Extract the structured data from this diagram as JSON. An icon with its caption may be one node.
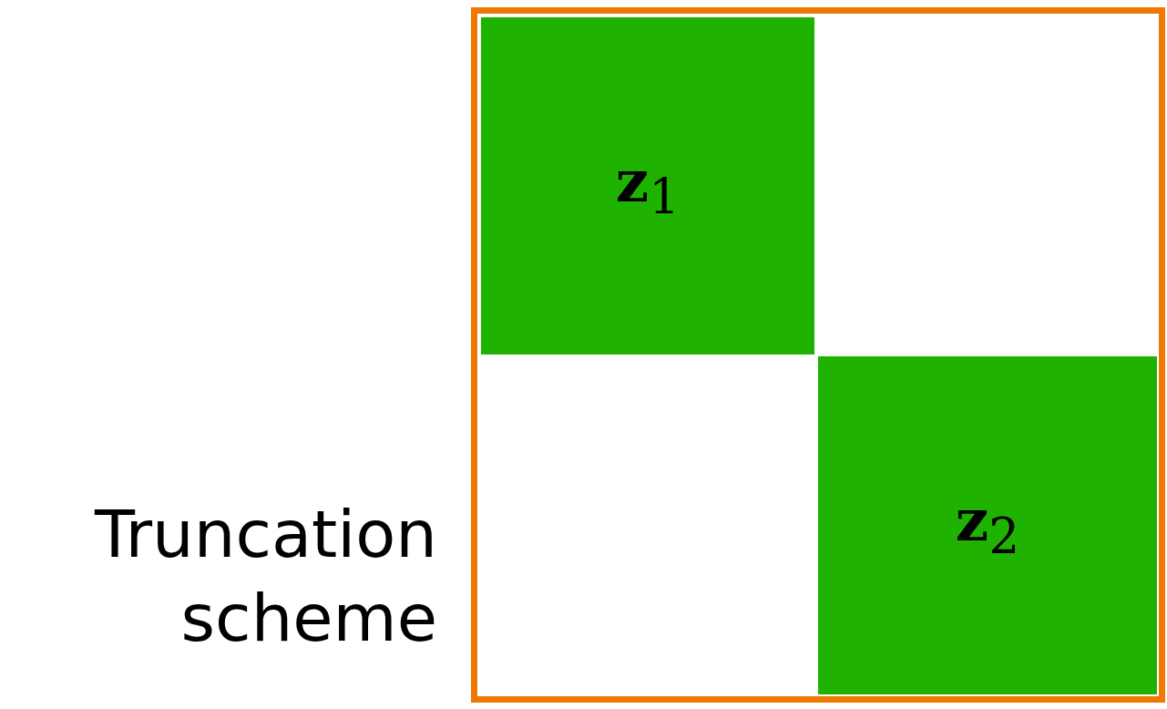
{
  "diagram": {
    "nodes": [
      {
        "text": [],
        "shape": "box"
      },
      {
        "text": [
          "**z**$_{1}$"
        ],
        "in": 0
      },
      {
        "text": [
          "**z**$_{2}$"
        ],
        "in": 0
      }
    ],
    "labels": [
      "Truncation scheme"
    ]
  }
}
